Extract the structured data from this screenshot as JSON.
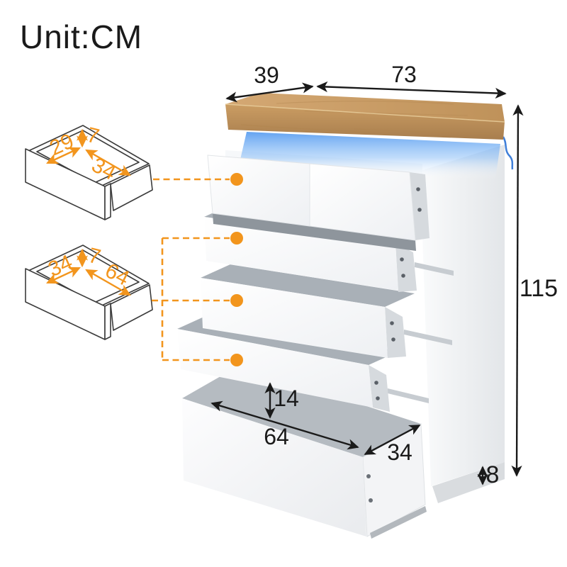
{
  "unit_label": "Unit:CM",
  "colors": {
    "accent_orange": "#F2951D",
    "dimension_black": "#1A1A1A",
    "wood_top": "#C89B62",
    "led_blue": "#5B9EF0",
    "drawer_white": "#FFFFFF"
  },
  "dimensions": {
    "top_depth": "39",
    "top_width": "73",
    "overall_height": "115",
    "base_height": "8",
    "bottom_drawer_height": "14",
    "bottom_drawer_width": "64",
    "bottom_drawer_depth": "34"
  },
  "small_drawer_diagram": {
    "height": "7",
    "depth": "29",
    "width": "34"
  },
  "large_drawer_diagram": {
    "height": "7",
    "depth": "34",
    "width": "64"
  }
}
